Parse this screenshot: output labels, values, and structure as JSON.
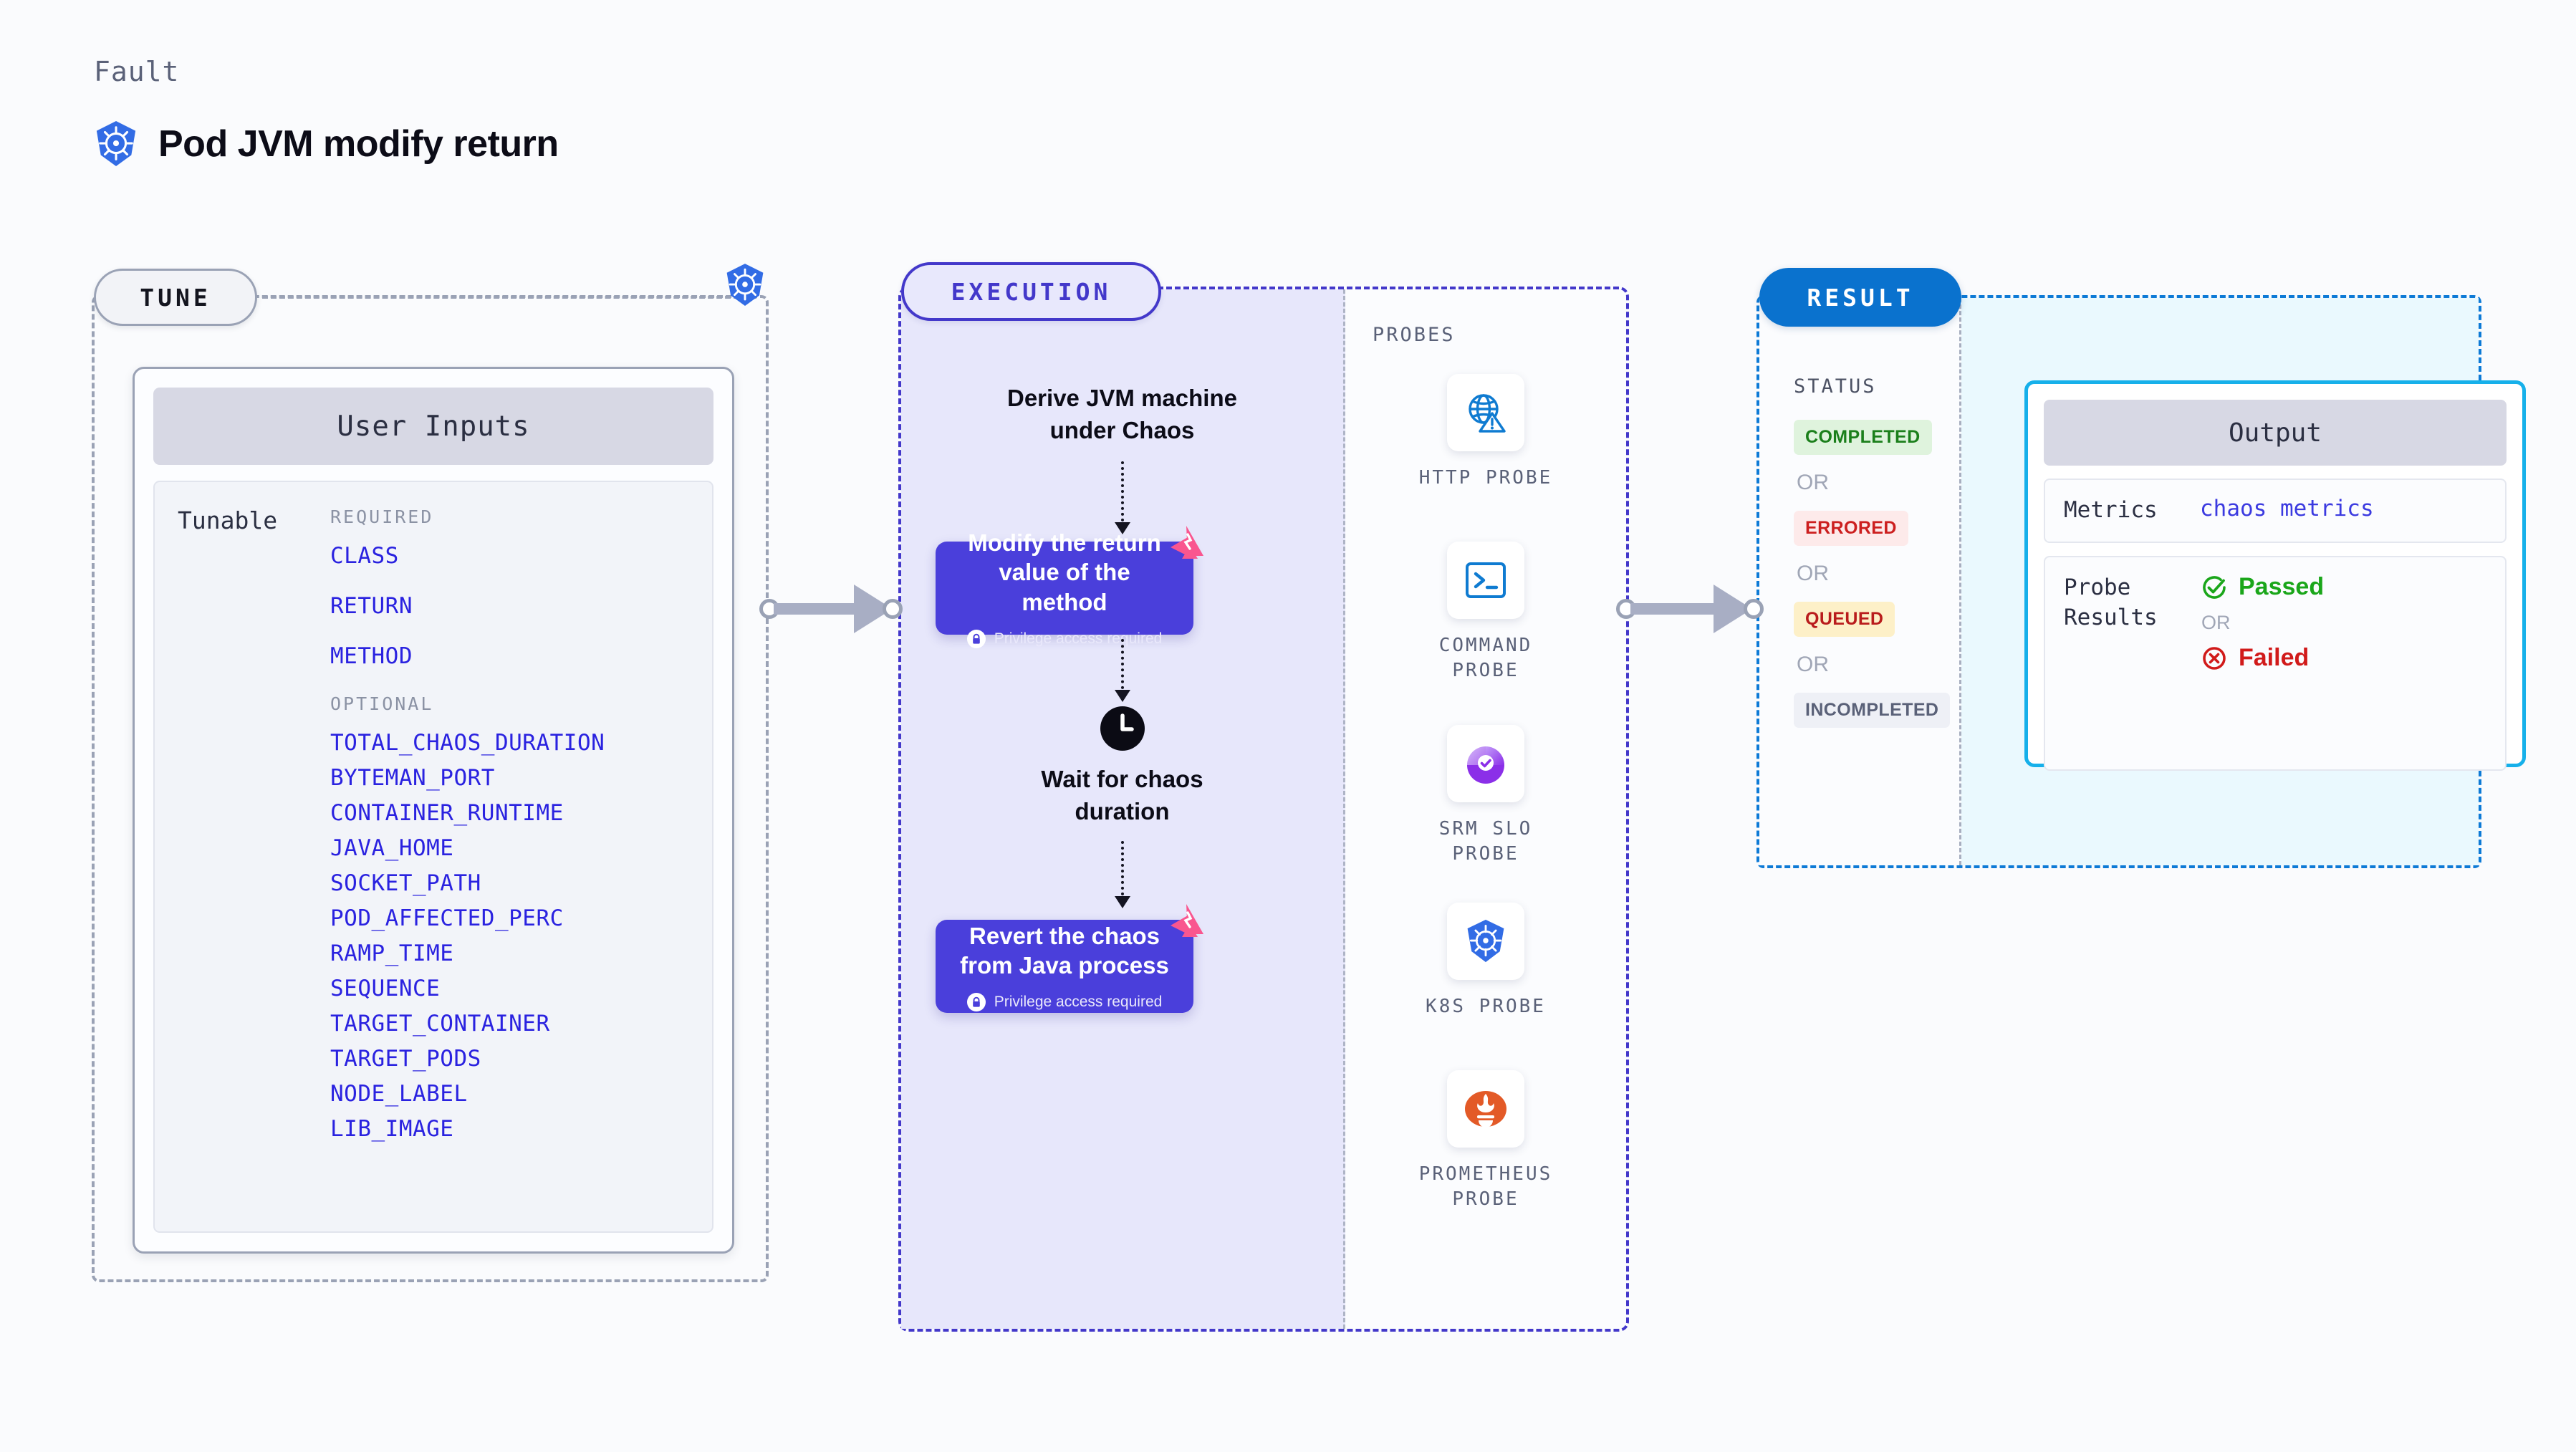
{
  "header": {
    "eyebrow": "Fault",
    "title": "Pod JVM modify return",
    "logo_icon": "kubernetes-icon"
  },
  "tune": {
    "pill_label": "TUNE",
    "node_icon": "kubernetes-icon",
    "card_title": "User Inputs",
    "row_label": "Tunable",
    "required_label": "REQUIRED",
    "optional_label": "OPTIONAL",
    "required": [
      "CLASS",
      "RETURN",
      "METHOD"
    ],
    "optional": [
      "TOTAL_CHAOS_DURATION",
      "BYTEMAN_PORT",
      "CONTAINER_RUNTIME",
      "JAVA_HOME",
      "SOCKET_PATH",
      "POD_AFFECTED_PERC",
      "RAMP_TIME",
      "SEQUENCE",
      "TARGET_CONTAINER",
      "TARGET_PODS",
      "NODE_LABEL",
      "LIB_IMAGE"
    ]
  },
  "execution": {
    "pill_label": "EXECUTION",
    "step1_text": "Derive JVM machine\nunder Chaos",
    "card1_title": "Modify the return\nvalue of the method",
    "card1_privilege": "Privilege access required",
    "wait_text": "Wait for chaos\nduration",
    "wait_icon": "clock-icon",
    "card2_title": "Revert the chaos\nfrom Java process",
    "card2_privilege": "Privilege access required",
    "badge_icon": "litmus-logo-icon",
    "lock_icon": "lock-icon"
  },
  "probes": {
    "label": "PROBES",
    "items": [
      {
        "name": "HTTP PROBE",
        "icon": "globe-warning-icon"
      },
      {
        "name": "COMMAND\nPROBE",
        "icon": "terminal-icon"
      },
      {
        "name": "SRM SLO\nPROBE",
        "icon": "slo-gauge-icon"
      },
      {
        "name": "K8S PROBE",
        "icon": "kubernetes-icon"
      },
      {
        "name": "PROMETHEUS\nPROBE",
        "icon": "prometheus-icon"
      }
    ]
  },
  "result": {
    "pill_label": "RESULT",
    "status_label": "STATUS",
    "or_label": "OR",
    "statuses": [
      {
        "label": "COMPLETED",
        "style": "b-completed"
      },
      {
        "label": "ERRORED",
        "style": "b-errored"
      },
      {
        "label": "QUEUED",
        "style": "b-queued"
      },
      {
        "label": "INCOMPLETED",
        "style": "b-incomplete"
      }
    ],
    "output": {
      "title": "Output",
      "metrics_key": "Metrics",
      "metrics_value": "chaos metrics",
      "probe_results_key": "Probe\nResults",
      "passed_label": "Passed",
      "failed_label": "Failed",
      "or_label": "OR",
      "pass_icon": "check-circle-icon",
      "fail_icon": "x-circle-icon"
    }
  },
  "colors": {
    "kubernetes_blue": "#326ce5",
    "execution_purple": "#4338ca",
    "execution_card": "#4a3fdb",
    "result_blue": "#0a72ce",
    "output_cyan": "#16b0ea",
    "litmus_pink": "#f9568f",
    "tunable_link": "#2a22e0",
    "pass_green": "#1aa61a",
    "fail_red": "#d11a1a"
  }
}
